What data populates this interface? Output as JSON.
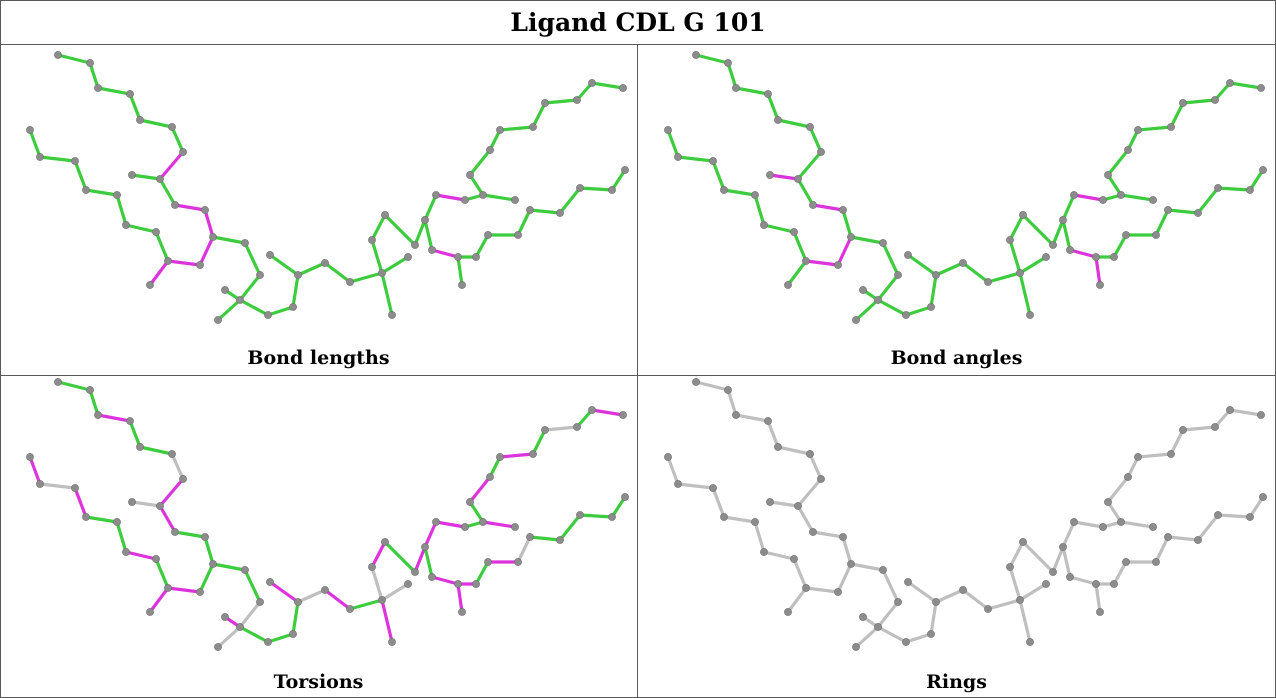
{
  "title": "Ligand CDL G 101",
  "panels": [
    {
      "caption": "Bond lengths"
    },
    {
      "caption": "Bond angles"
    },
    {
      "caption": "Torsions"
    },
    {
      "caption": "Rings"
    }
  ],
  "colors": {
    "ok": "#3dcc3d",
    "outlier": "#dd33dd",
    "neutral": "#bfbfbf",
    "atom": "#8c8c8c"
  }
}
